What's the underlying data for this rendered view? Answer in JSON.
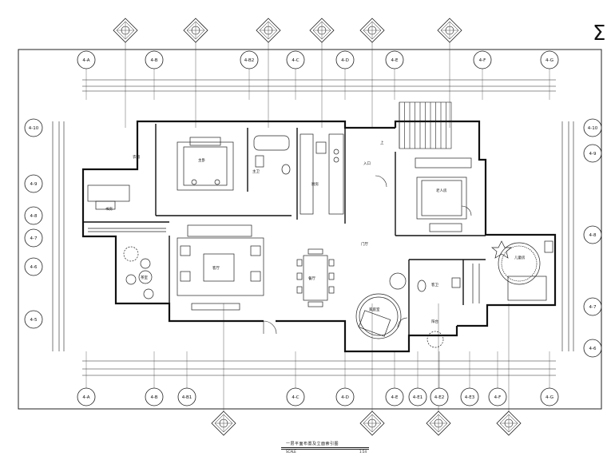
{
  "drawing": {
    "caption": "一层平面布置及立面索引图",
    "scale_left": "SCALE",
    "scale_right": "1:54"
  },
  "grid_top": [
    "4-A",
    "4-B",
    "4-B2",
    "4-C",
    "4-D",
    "4-E",
    "4-F",
    "4-G"
  ],
  "grid_bottom": [
    "4-A",
    "4-B",
    "4-B1",
    "4-C",
    "4-D",
    "4-E",
    "4-E1",
    "4-E2",
    "4-E3",
    "4-F",
    "4-G"
  ],
  "grid_left": [
    "4-10",
    "4-9",
    "4-8",
    "4-7",
    "4-6",
    "4-5"
  ],
  "grid_right": [
    "4-10",
    "4-9",
    "4-8",
    "4-7",
    "4-6"
  ],
  "rooms": {
    "master_bedroom": "主卧",
    "master_bath": "主卫",
    "kitchen": "厨房",
    "elder_room": "老人房",
    "living_room": "客厅",
    "dining": "餐厅",
    "study": "书房",
    "tea": "茶室",
    "family_room": "家庭室",
    "guest_bath": "客卫",
    "kids_room": "儿童房",
    "hall": "门厅",
    "entry": "入口",
    "up": "上",
    "closet": "衣帽",
    "balcony": "阳台"
  },
  "corner_mark": "Σ"
}
